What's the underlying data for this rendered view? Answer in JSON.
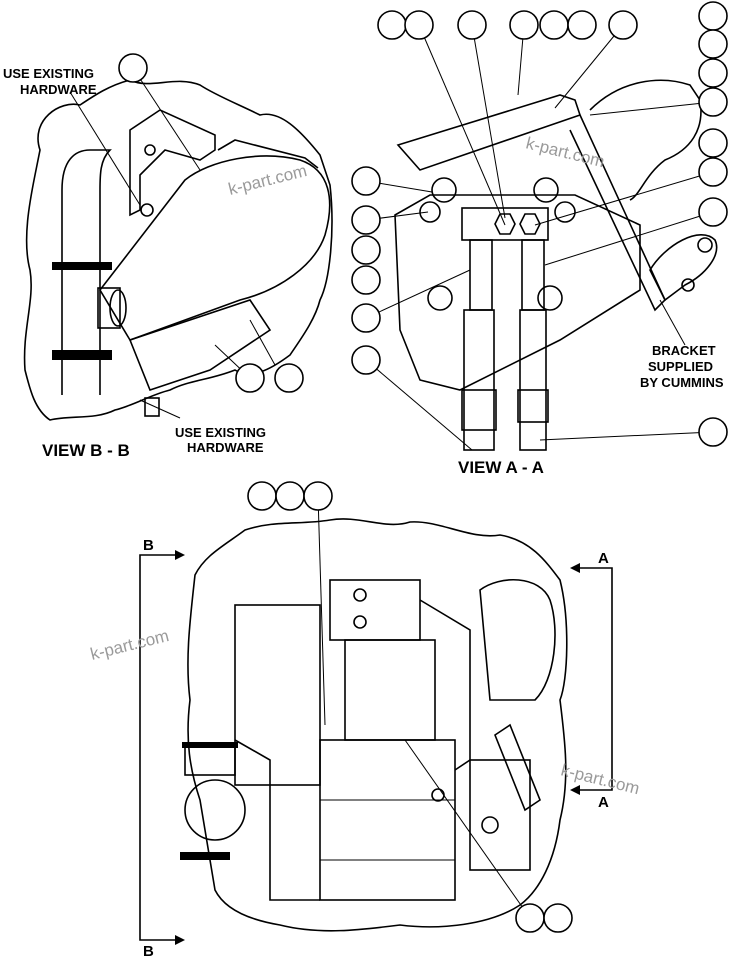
{
  "views": {
    "b": {
      "title": "VIEW B  - B",
      "note_top_line1": "USE EXISTING",
      "note_top_line2": "HARDWARE",
      "note_bottom_line1": "USE EXISTING",
      "note_bottom_line2": "HARDWARE"
    },
    "a": {
      "title": "VIEW A - A",
      "note_line1": "BRACKET",
      "note_line2": "SUPPLIED",
      "note_line3": "BY CUMMINS"
    },
    "main": {
      "section_b_top": "B",
      "section_b_bottom": "B",
      "section_a_top": "A",
      "section_a_bottom": "A"
    }
  },
  "watermark": "k-part.com"
}
